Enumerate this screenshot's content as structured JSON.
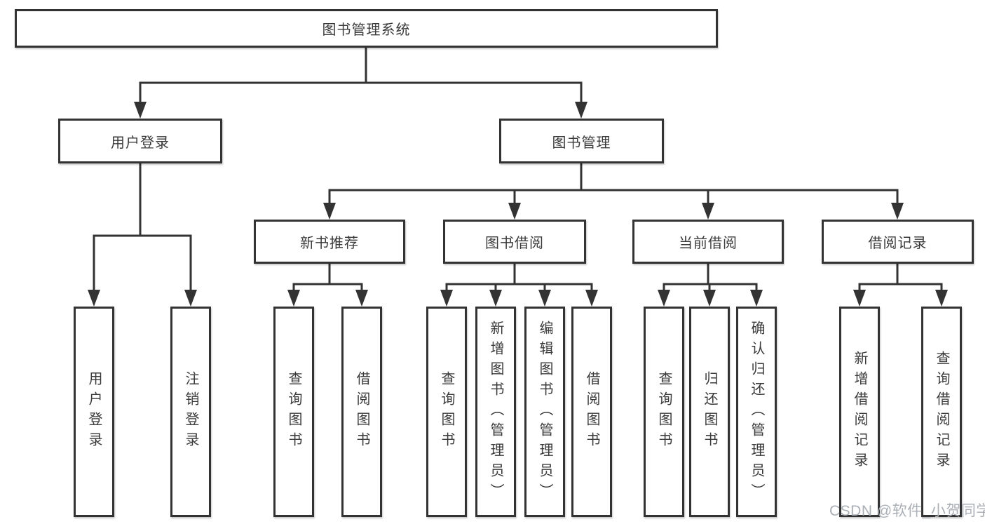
{
  "tree": {
    "label": "图书管理系统",
    "children": [
      {
        "label": "用户登录",
        "children": [
          {
            "label": "用户登录"
          },
          {
            "label": "注销登录"
          }
        ]
      },
      {
        "label": "图书管理",
        "children": [
          {
            "label": "新书推荐",
            "children": [
              {
                "label": "查询图书"
              },
              {
                "label": "借阅图书"
              }
            ]
          },
          {
            "label": "图书借阅",
            "children": [
              {
                "label": "查询图书"
              },
              {
                "label": "新增图书（管理员）"
              },
              {
                "label": "编辑图书（管理员）"
              },
              {
                "label": "借阅图书"
              }
            ]
          },
          {
            "label": "当前借阅",
            "children": [
              {
                "label": "查询图书"
              },
              {
                "label": "归还图书"
              },
              {
                "label": "确认归还（管理员）"
              }
            ]
          },
          {
            "label": "借阅记录",
            "children": [
              {
                "label": "新增借阅记录"
              },
              {
                "label": "查询借阅记录"
              }
            ]
          }
        ]
      }
    ]
  },
  "watermark": "CSDN @软件_小贺同学",
  "colors": {
    "line": "#333333",
    "box_border": "#333333",
    "text": "#3a3a3a",
    "watermark": "#aab0b6",
    "background": "#ffffff"
  }
}
